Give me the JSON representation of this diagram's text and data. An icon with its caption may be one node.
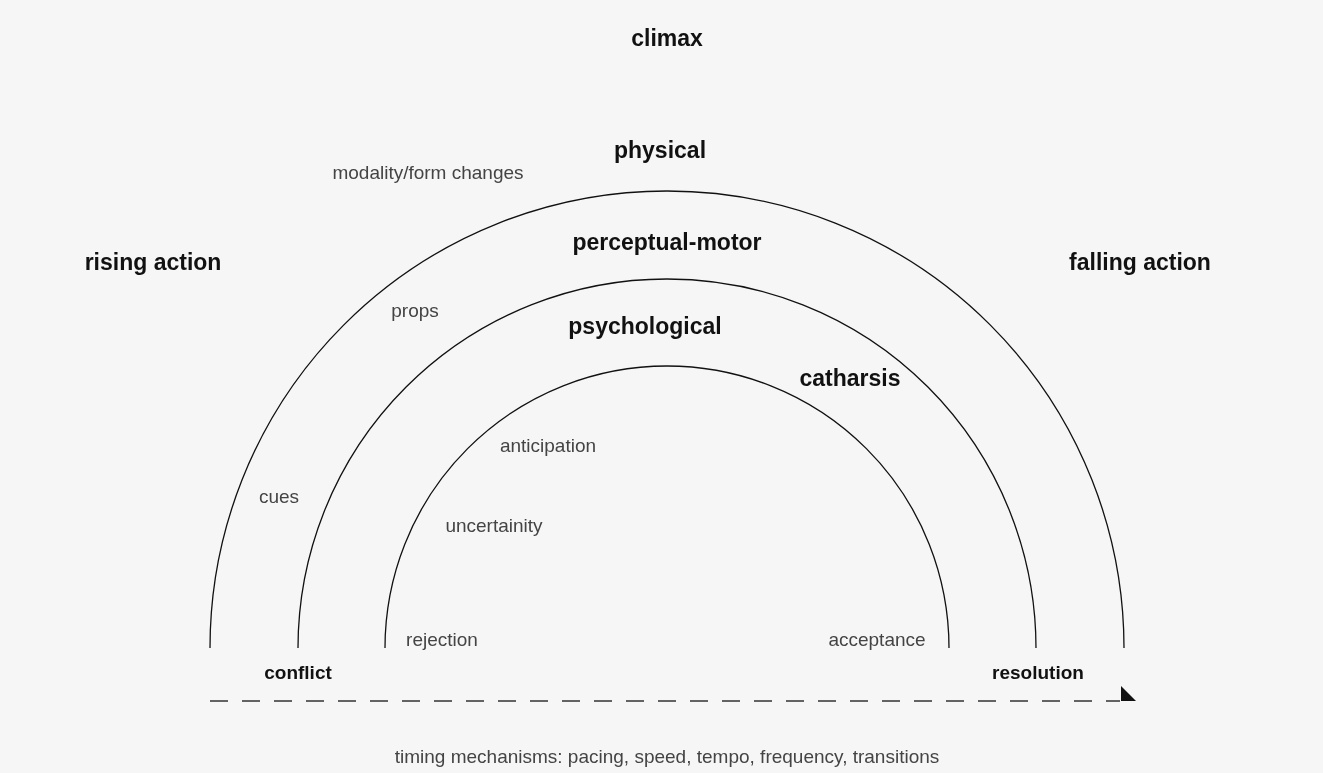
{
  "diagram": {
    "labels": [
      "climax",
      "physical",
      "modality/form changes",
      "rising action",
      "perceptual-motor",
      "falling action",
      "props",
      "psychological",
      "catharsis",
      "anticipation",
      "cues",
      "uncertainity",
      "rejection",
      "acceptance",
      "conflict",
      "resolution",
      "timing mechanisms: pacing, speed, tempo, frequency, transitions"
    ]
  }
}
